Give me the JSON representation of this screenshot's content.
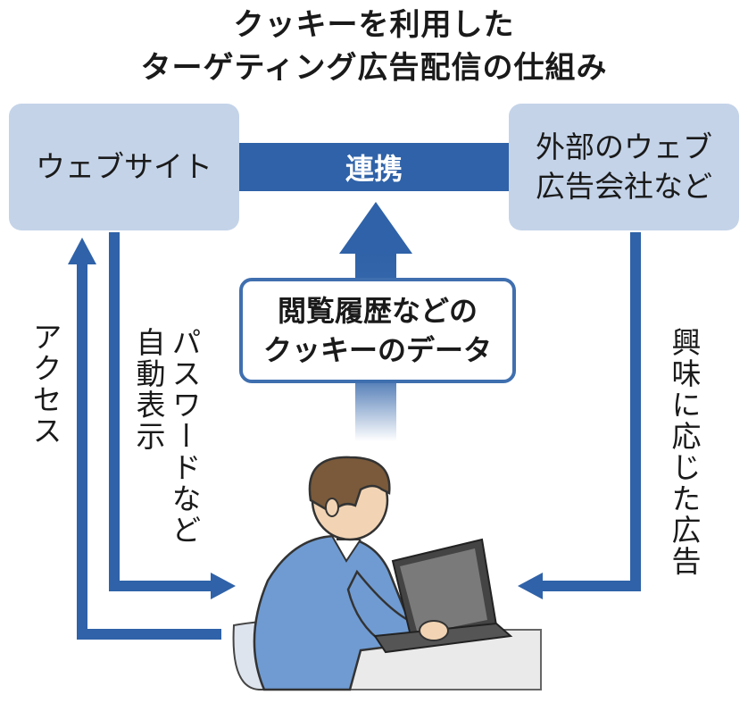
{
  "title": {
    "line1": "クッキーを利用した",
    "line2": "ターゲティング広告配信の仕組み"
  },
  "nodes": {
    "website": "ウェブサイト",
    "external_line1": "外部のウェブ",
    "external_line2": "広告会社など"
  },
  "link_label": "連携",
  "cookie_data": {
    "line1": "閲覧履歴などの",
    "line2": "クッキーのデータ"
  },
  "arrows": {
    "access": "アクセス",
    "autofill_line1": "パスワードなど",
    "autofill_line2": "自動表示",
    "targeted_ad": "興味に応じた広告"
  },
  "colors": {
    "box_fill": "#c4d3e8",
    "arrow_blue": "#2f62a8",
    "border_blue": "#3f6faf"
  }
}
